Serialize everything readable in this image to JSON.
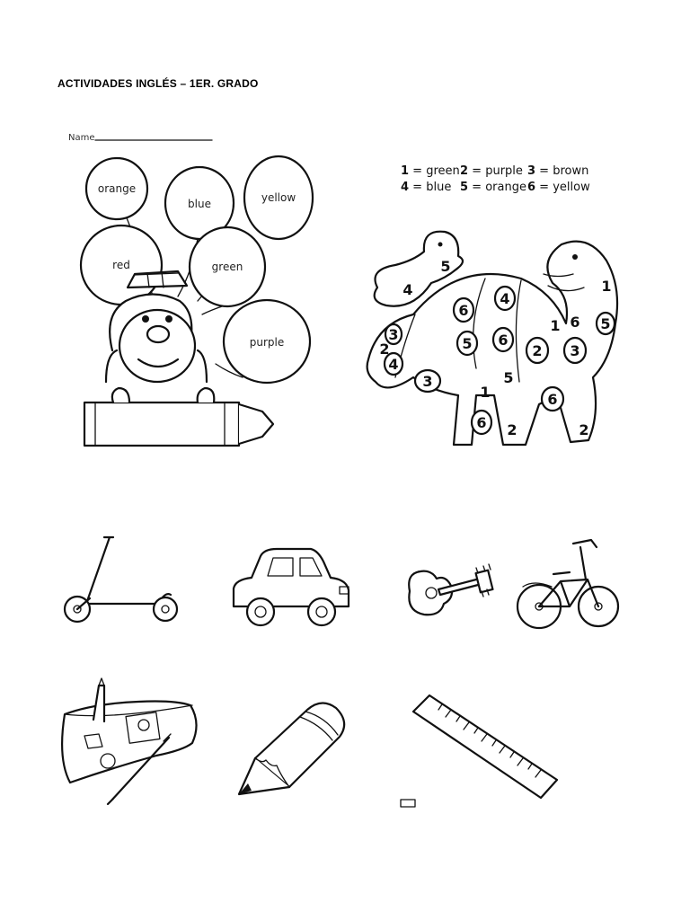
{
  "header": {
    "title": "ACTIVIDADES INGLÉS – 1ER. GRADO"
  },
  "balloons": {
    "name_label": "Name",
    "items": [
      "orange",
      "blue",
      "yellow",
      "red",
      "green",
      "purple"
    ]
  },
  "color_key": [
    {
      "num": "1",
      "color": "green"
    },
    {
      "num": "2",
      "color": "purple"
    },
    {
      "num": "3",
      "color": "brown"
    },
    {
      "num": "4",
      "color": "blue"
    },
    {
      "num": "5",
      "color": "orange"
    },
    {
      "num": "6",
      "color": "yellow"
    }
  ],
  "dino_numbers": [
    "5",
    "4",
    "4",
    "6",
    "6",
    "1",
    "5",
    "5",
    "6",
    "2",
    "3",
    "3",
    "2",
    "4",
    "3",
    "5",
    "1",
    "6",
    "6",
    "2",
    "2",
    "1"
  ],
  "toys": [
    "scooter-icon",
    "car-icon",
    "guitar-icon",
    "bicycle-icon",
    "pencil-case-icon",
    "pencil-icon",
    "ruler-icon"
  ]
}
